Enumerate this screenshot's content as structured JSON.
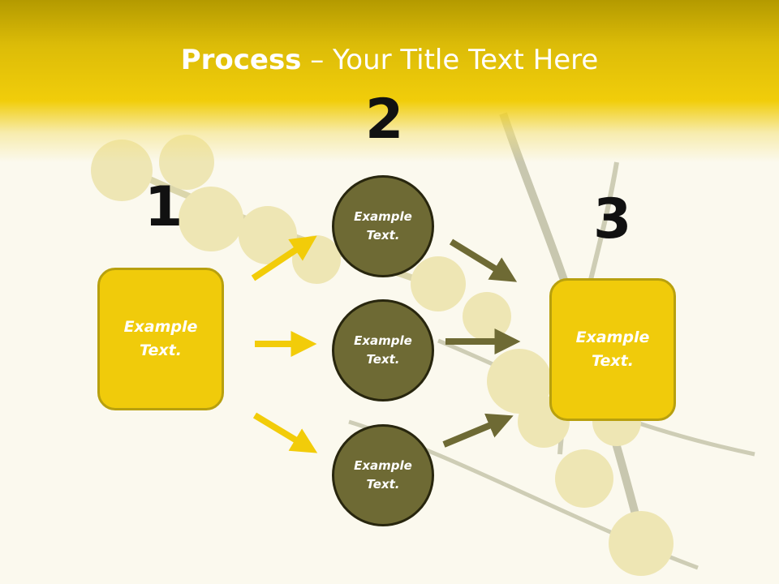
{
  "title": {
    "bold": "Process",
    "rest": " – Your Title Text Here"
  },
  "steps": {
    "one": "1",
    "two": "2",
    "three": "3"
  },
  "box_left": {
    "text": "Example\nText."
  },
  "box_right": {
    "text": "Example\nText."
  },
  "circles": [
    {
      "text": "Example\nText."
    },
    {
      "text": "Example\nText."
    },
    {
      "text": "Example\nText."
    }
  ],
  "colors": {
    "yellow": "#f0cb0b",
    "olive": "#6e6a34",
    "arrow_yellow": "#f2cc09",
    "arrow_olive": "#6e6a34"
  }
}
